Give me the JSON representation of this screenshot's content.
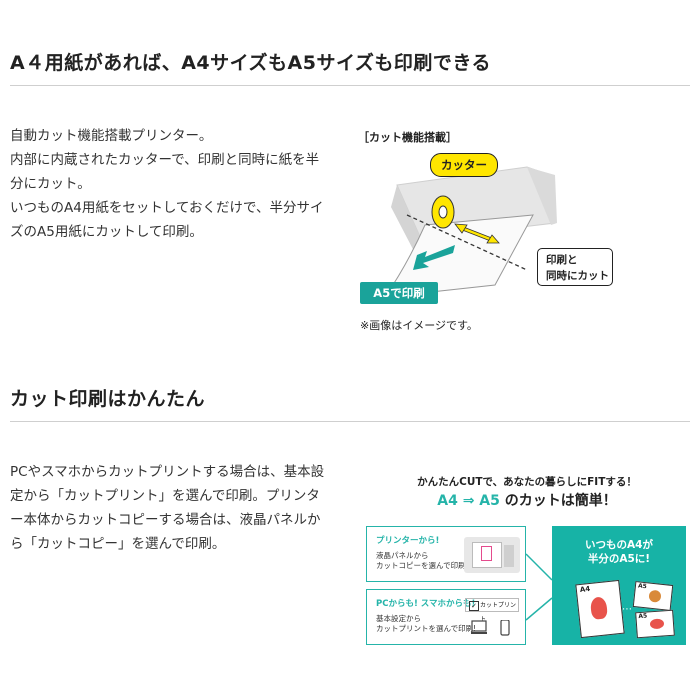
{
  "section1": {
    "heading": "A４用紙があれば、A4サイズもA5サイズも印刷できる",
    "paragraph_lines": [
      "自動カット機能搭載プリンター。",
      "内部に内蔵されたカッターで、印刷と同時に紙を半",
      "分にカット。",
      "いつものA4用紙をセットしておくだけで、半分サイ",
      "ズのA5用紙にカットして印刷。"
    ],
    "figure": {
      "caption": "［カット機能搭載］",
      "cutter_label": "カッター",
      "print_label_line1": "印刷と",
      "print_label_line2": "同時にカット",
      "a5_label": "A5で印刷",
      "note": "※画像はイメージです。",
      "colors": {
        "yellow": "#ffe600",
        "teal": "#1aa39a"
      }
    }
  },
  "section2": {
    "heading": "カット印刷はかんたん",
    "paragraph_lines": [
      "PCやスマホからカットプリントする場合は、基本設",
      "定から「カットプリント」を選んで印刷。プリンタ",
      "ー本体からカットコピーする場合は、液晶パネルか",
      "ら「カットコピー」を選んで印刷。"
    ],
    "figure": {
      "title_line1": "かんたんCUTで、あなたの暮らしにFITする！",
      "title_a4": "A4",
      "title_arrow": "⇒",
      "title_a5": "A5",
      "title_suffix": "のカットは簡単！",
      "card1": {
        "title": "プリンターから!",
        "line1": "液晶パネルから",
        "line2": "カットコピーを選んで印刷!"
      },
      "card2": {
        "title": "PCからも! スマホからも!",
        "line1": "基本設定から",
        "line2": "カットプリントを選んで印刷!",
        "checkbox_label": "カットプリント"
      },
      "big_panel": {
        "line1": "いつものA4が",
        "line2": "半分のA5に!",
        "a4": "A4",
        "a5_top": "A5",
        "a5_bottom": "A5"
      },
      "colors": {
        "teal": "#25b4a9",
        "panel_bg": "#17b3a6"
      }
    }
  }
}
